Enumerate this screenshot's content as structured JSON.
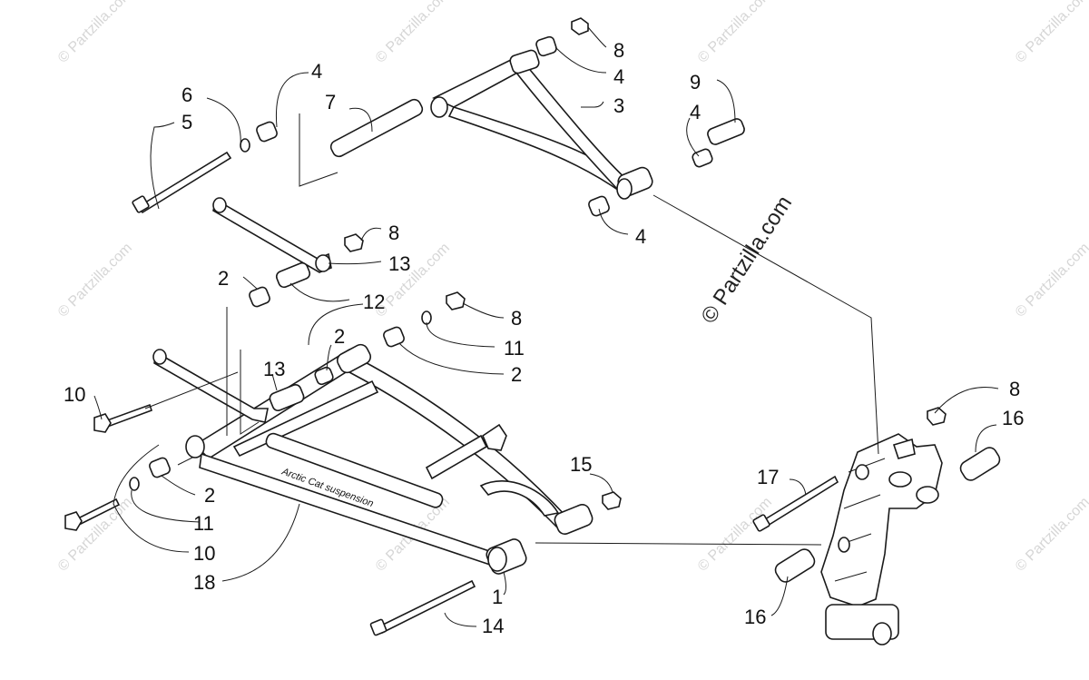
{
  "watermark": {
    "main": "© Partzilla.com",
    "tile": "© Partzilla.com"
  },
  "decal": {
    "text": "Arctic Cat suspension"
  },
  "callouts": [
    "8",
    "4",
    "4",
    "6",
    "5",
    "7",
    "3",
    "9",
    "4",
    "4",
    "8",
    "13",
    "2",
    "12",
    "8",
    "2",
    "11",
    "2",
    "13",
    "10",
    "2",
    "11",
    "10",
    "18",
    "15",
    "1",
    "14",
    "17",
    "8",
    "16",
    "16"
  ]
}
